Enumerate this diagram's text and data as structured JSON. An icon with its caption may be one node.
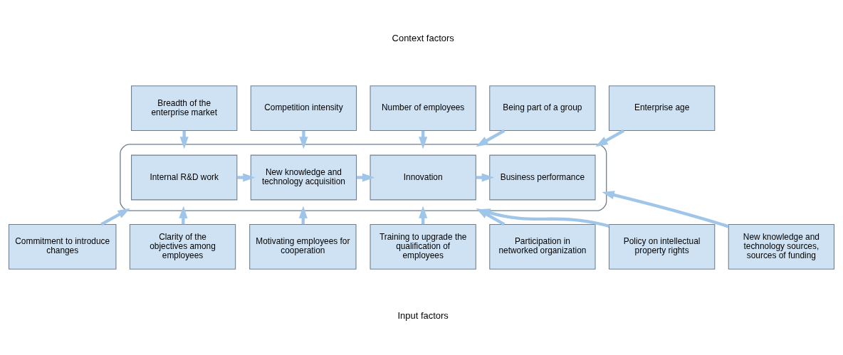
{
  "diagram": {
    "nodes": [
      {
        "text": [
          "Breadth of the enterprise market"
        ]
      },
      {
        "text": [
          "Competition intensity"
        ]
      },
      {
        "text": [
          "Number of employees"
        ]
      },
      {
        "text": [
          "Being part of a group"
        ]
      },
      {
        "text": [
          "Enterprise age"
        ]
      },
      {
        "text": [],
        "shape": "box"
      },
      {
        "text": [
          "Internal R&D work"
        ],
        "in": 5
      },
      {
        "text": [
          "New knowledge and technology acquisition"
        ],
        "in": 5
      },
      {
        "text": [
          "Innovation"
        ],
        "in": 5
      },
      {
        "text": [
          "Business performance"
        ],
        "in": 5
      },
      {
        "text": [
          "Commitment to introduce changes"
        ]
      },
      {
        "text": [
          "Clarity of the objectives among employees"
        ]
      },
      {
        "text": [
          "Motivating employees for cooperation"
        ]
      },
      {
        "text": [
          "Training to upgrade the qualification of employees"
        ]
      },
      {
        "text": [
          "Participation in networked organization"
        ]
      },
      {
        "text": [
          "Policy on intellectual property rights"
        ]
      },
      {
        "text": [
          "New knowledge and technology sources, sources of funding"
        ]
      }
    ],
    "edges": [
      {
        "from": 0,
        "to": 5,
        "arrow": "to"
      },
      {
        "from": 1,
        "to": 5,
        "arrow": "to"
      },
      {
        "from": 2,
        "to": 5,
        "arrow": "to"
      },
      {
        "from": 3,
        "to": 5,
        "arrow": "to"
      },
      {
        "from": 4,
        "to": 5,
        "arrow": "to"
      },
      {
        "from": 6,
        "to": 7,
        "arrow": "to"
      },
      {
        "from": 7,
        "to": 8,
        "arrow": "to"
      },
      {
        "from": 8,
        "to": 9,
        "arrow": "to"
      },
      {
        "from": 10,
        "to": 5,
        "arrow": "to"
      },
      {
        "from": 11,
        "to": 5,
        "arrow": "to"
      },
      {
        "from": 12,
        "to": 5,
        "arrow": "to"
      },
      {
        "from": 13,
        "to": 5,
        "arrow": "to"
      },
      {
        "from": 14,
        "to": 5,
        "arrow": "to"
      },
      {
        "from": 15,
        "to": 5,
        "arrow": "to"
      },
      {
        "from": 16,
        "to": 5,
        "arrow": "to"
      }
    ],
    "labels": [
      "Context factors",
      "Input factors"
    ]
  }
}
